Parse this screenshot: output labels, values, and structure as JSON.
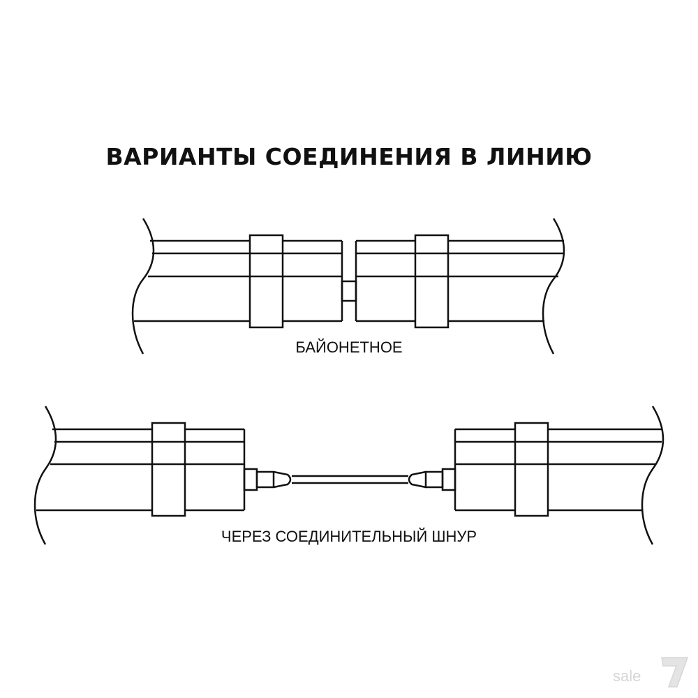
{
  "title": "ВАРИАНТЫ СОЕДИНЕНИЯ В ЛИНИЮ",
  "variants": [
    {
      "label": "БАЙОНЕТНОЕ"
    },
    {
      "label": "ЧЕРЕЗ СОЕДИНИТЕЛЬНЫЙ ШНУР"
    }
  ],
  "watermark": {
    "text": "sale"
  },
  "colors": {
    "line": "#111111",
    "background": "#ffffff",
    "watermark": "#d6d6d6"
  }
}
